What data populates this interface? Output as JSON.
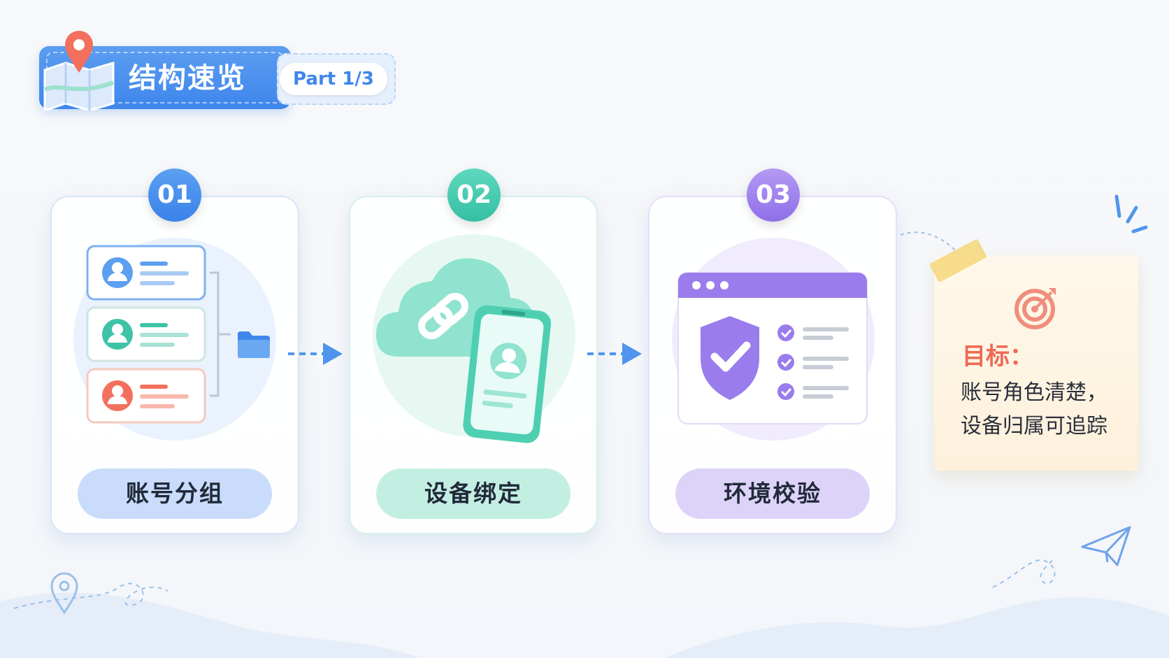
{
  "header": {
    "title": "结构速览",
    "part": "Part 1/3"
  },
  "steps": [
    {
      "number": "01",
      "label": "账号分组",
      "color": "#3f86ec"
    },
    {
      "number": "02",
      "label": "设备绑定",
      "color": "#35bfa4"
    },
    {
      "number": "03",
      "label": "环境校验",
      "color": "#8f6fe8"
    }
  ],
  "note": {
    "title": "目标：",
    "lines": [
      "账号角色清楚，",
      "设备归属可追踪"
    ]
  },
  "icons": [
    "map-pin-icon",
    "users-list-icon",
    "folder-icon",
    "cloud-link-icon",
    "phone-user-icon",
    "shield-check-icon",
    "checklist-icon",
    "target-icon",
    "paper-plane-icon",
    "arrow-right-icon"
  ]
}
